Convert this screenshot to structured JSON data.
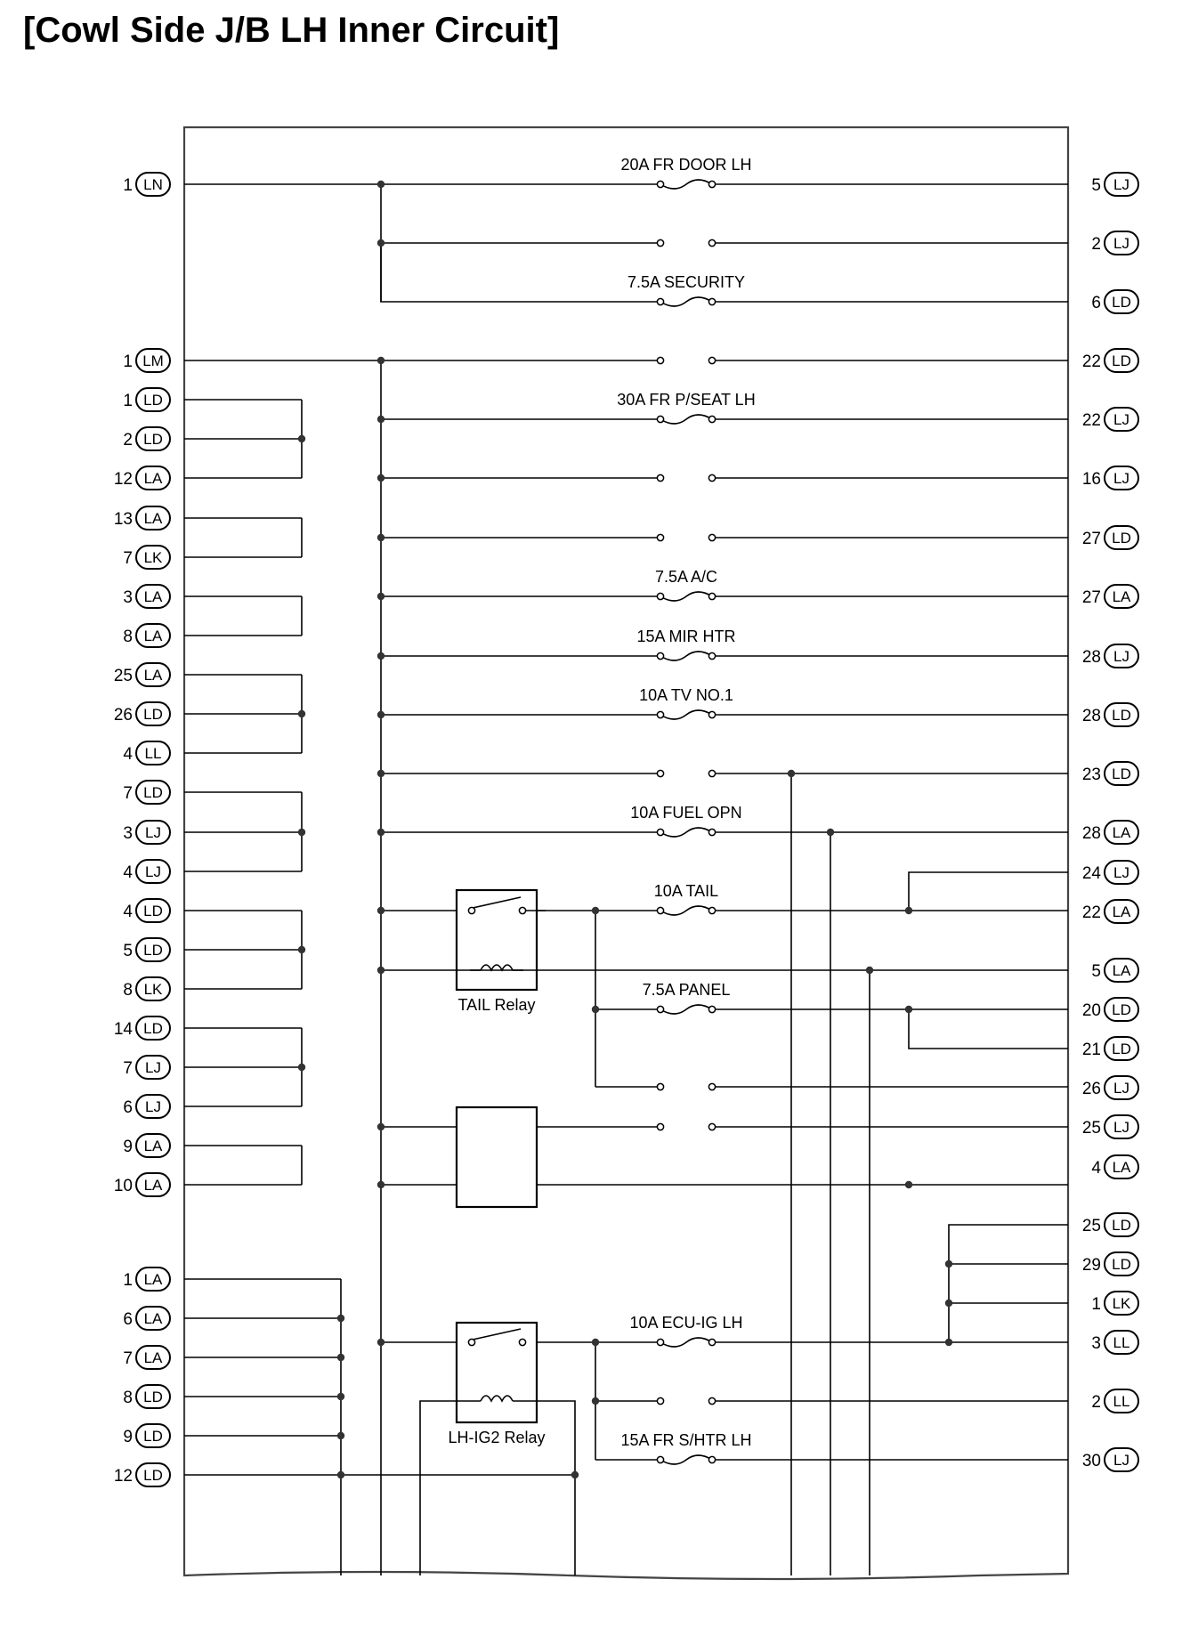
{
  "title": "[Cowl Side J/B LH Inner Circuit]",
  "left_connectors": [
    {
      "pin": "1",
      "conn": "LN"
    },
    {
      "pin": "1",
      "conn": "LM"
    },
    {
      "pin": "1",
      "conn": "LD"
    },
    {
      "pin": "2",
      "conn": "LD"
    },
    {
      "pin": "12",
      "conn": "LA"
    },
    {
      "pin": "13",
      "conn": "LA"
    },
    {
      "pin": "7",
      "conn": "LK"
    },
    {
      "pin": "3",
      "conn": "LA"
    },
    {
      "pin": "8",
      "conn": "LA"
    },
    {
      "pin": "25",
      "conn": "LA"
    },
    {
      "pin": "26",
      "conn": "LD"
    },
    {
      "pin": "4",
      "conn": "LL"
    },
    {
      "pin": "7",
      "conn": "LD"
    },
    {
      "pin": "3",
      "conn": "LJ"
    },
    {
      "pin": "4",
      "conn": "LJ"
    },
    {
      "pin": "4",
      "conn": "LD"
    },
    {
      "pin": "5",
      "conn": "LD"
    },
    {
      "pin": "8",
      "conn": "LK"
    },
    {
      "pin": "14",
      "conn": "LD"
    },
    {
      "pin": "7",
      "conn": "LJ"
    },
    {
      "pin": "6",
      "conn": "LJ"
    },
    {
      "pin": "9",
      "conn": "LA"
    },
    {
      "pin": "10",
      "conn": "LA"
    },
    {
      "pin": "1",
      "conn": "LA"
    },
    {
      "pin": "6",
      "conn": "LA"
    },
    {
      "pin": "7",
      "conn": "LA"
    },
    {
      "pin": "8",
      "conn": "LD"
    },
    {
      "pin": "9",
      "conn": "LD"
    },
    {
      "pin": "12",
      "conn": "LD"
    }
  ],
  "right_connectors": [
    {
      "pin": "5",
      "conn": "LJ"
    },
    {
      "pin": "2",
      "conn": "LJ"
    },
    {
      "pin": "6",
      "conn": "LD"
    },
    {
      "pin": "22",
      "conn": "LD"
    },
    {
      "pin": "22",
      "conn": "LJ"
    },
    {
      "pin": "16",
      "conn": "LJ"
    },
    {
      "pin": "27",
      "conn": "LD"
    },
    {
      "pin": "27",
      "conn": "LA"
    },
    {
      "pin": "28",
      "conn": "LJ"
    },
    {
      "pin": "28",
      "conn": "LD"
    },
    {
      "pin": "23",
      "conn": "LD"
    },
    {
      "pin": "28",
      "conn": "LA"
    },
    {
      "pin": "24",
      "conn": "LJ"
    },
    {
      "pin": "22",
      "conn": "LA"
    },
    {
      "pin": "5",
      "conn": "LA"
    },
    {
      "pin": "20",
      "conn": "LD"
    },
    {
      "pin": "21",
      "conn": "LD"
    },
    {
      "pin": "26",
      "conn": "LJ"
    },
    {
      "pin": "25",
      "conn": "LJ"
    },
    {
      "pin": "4",
      "conn": "LA"
    },
    {
      "pin": "25",
      "conn": "LD"
    },
    {
      "pin": "29",
      "conn": "LD"
    },
    {
      "pin": "1",
      "conn": "LK"
    },
    {
      "pin": "3",
      "conn": "LL"
    },
    {
      "pin": "2",
      "conn": "LL"
    },
    {
      "pin": "30",
      "conn": "LJ"
    }
  ],
  "fuses": [
    "20A FR DOOR LH",
    "7.5A SECURITY",
    "30A FR P/SEAT LH",
    "7.5A A/C",
    "15A MIR HTR",
    "10A TV NO.1",
    "10A FUEL OPN",
    "10A TAIL",
    "7.5A PANEL",
    "10A ECU-IG LH",
    "15A FR S/HTR LH"
  ],
  "relays": [
    "TAIL Relay",
    "LH-IG2 Relay"
  ]
}
